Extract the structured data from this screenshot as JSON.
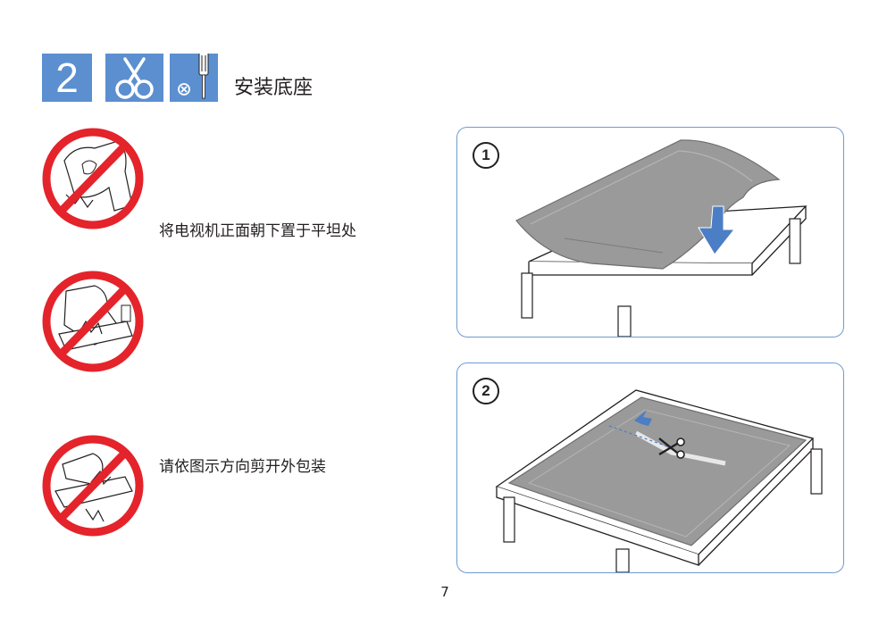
{
  "step": {
    "number": "2",
    "title": "安装底座"
  },
  "tools": [
    "scissors-icon",
    "screwdriver-icon"
  ],
  "warnings": [
    {
      "icon": "no-face-up-icon",
      "text": "将电视机正面朝下置于平坦处"
    },
    {
      "icon": "no-press-screen-icon",
      "text": ""
    },
    {
      "icon": "no-cut-screen-icon",
      "text": "请依图示方向剪开外包装"
    }
  ],
  "panels": [
    {
      "number": "1"
    },
    {
      "number": "2"
    }
  ],
  "page_number": "7",
  "colors": {
    "accent": "#5b8fd0",
    "warning_red": "#e4232b",
    "tv_gray": "#9a9a9a",
    "panel_border": "#6f9bd1"
  }
}
